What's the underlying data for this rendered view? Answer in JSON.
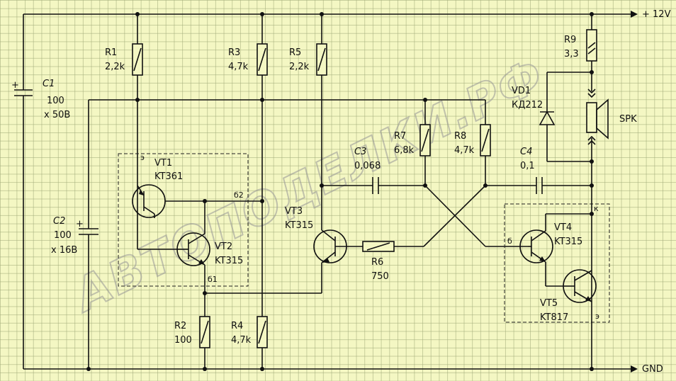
{
  "rails": {
    "vcc": "+ 12V",
    "gnd": "GND"
  },
  "watermark": "АВТОПОДЕЛКИ.РФ",
  "components": {
    "C1": {
      "name": "C1",
      "value": "100",
      "rating": "x 50В"
    },
    "C2": {
      "name": "C2",
      "value": "100",
      "rating": "x 16В"
    },
    "C3": {
      "name": "C3",
      "value": "0,068"
    },
    "C4": {
      "name": "C4",
      "value": "0,1"
    },
    "R1": {
      "name": "R1",
      "value": "2,2k"
    },
    "R2": {
      "name": "R2",
      "value": "100"
    },
    "R3": {
      "name": "R3",
      "value": "4,7k"
    },
    "R4": {
      "name": "R4",
      "value": "4,7k"
    },
    "R5": {
      "name": "R5",
      "value": "2,2k"
    },
    "R6": {
      "name": "R6",
      "value": "750"
    },
    "R7": {
      "name": "R7",
      "value": "6,8k"
    },
    "R8": {
      "name": "R8",
      "value": "4,7k"
    },
    "R9": {
      "name": "R9",
      "value": "3,3"
    },
    "VD1": {
      "name": "VD1",
      "value": "КД212"
    },
    "SPK": {
      "name": "SPK"
    },
    "VT1": {
      "name": "VT1",
      "value": "KT361"
    },
    "VT2": {
      "name": "VT2",
      "value": "KT315"
    },
    "VT3": {
      "name": "VT3",
      "value": "KT315"
    },
    "VT4": {
      "name": "VT4",
      "value": "KT315"
    },
    "VT5": {
      "name": "VT5",
      "value": "KT817"
    }
  },
  "pins": {
    "e1": "э",
    "b2": "б2",
    "b1": "б1",
    "k": "к",
    "b": "б",
    "e2": "э"
  }
}
